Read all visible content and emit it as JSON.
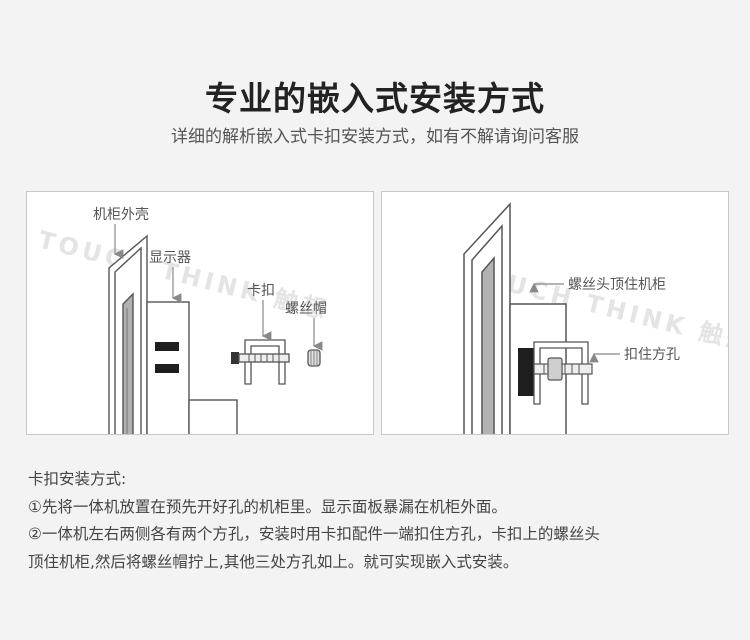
{
  "header": {
    "title": "专业的嵌入式安装方式",
    "subtitle": "详细的解析嵌入式卡扣安装方式，如有不解请询问客服"
  },
  "left_diagram": {
    "label_cabinet": "机柜外壳",
    "label_display": "显示器",
    "label_clip": "卡扣",
    "label_cap": "螺丝帽",
    "watermark": "TOUCH THINK 触想"
  },
  "right_diagram": {
    "label_screw_head": "螺丝头顶住机柜",
    "label_square_hole": "扣住方孔",
    "watermark": "TOUCH THINK 触想 TOUCH"
  },
  "description": {
    "heading": "卡扣安装方式:",
    "step1": "①先将一体机放置在预先开好孔的机柜里。显示面板暴漏在机柜外面。",
    "step2_line1": "②一体机左右两侧各有两个方孔，安装时用卡扣配件一端扣住方孔，卡扣上的螺丝头",
    "step2_line2": "顶住机柜,然后将螺丝帽拧上,其他三处方孔如上。就可实现嵌入式安装。"
  },
  "colors": {
    "background": "#f3f3f3",
    "panel": "#ffffff",
    "line": "#555555",
    "cabinet_gray": "#a9a9a9"
  }
}
